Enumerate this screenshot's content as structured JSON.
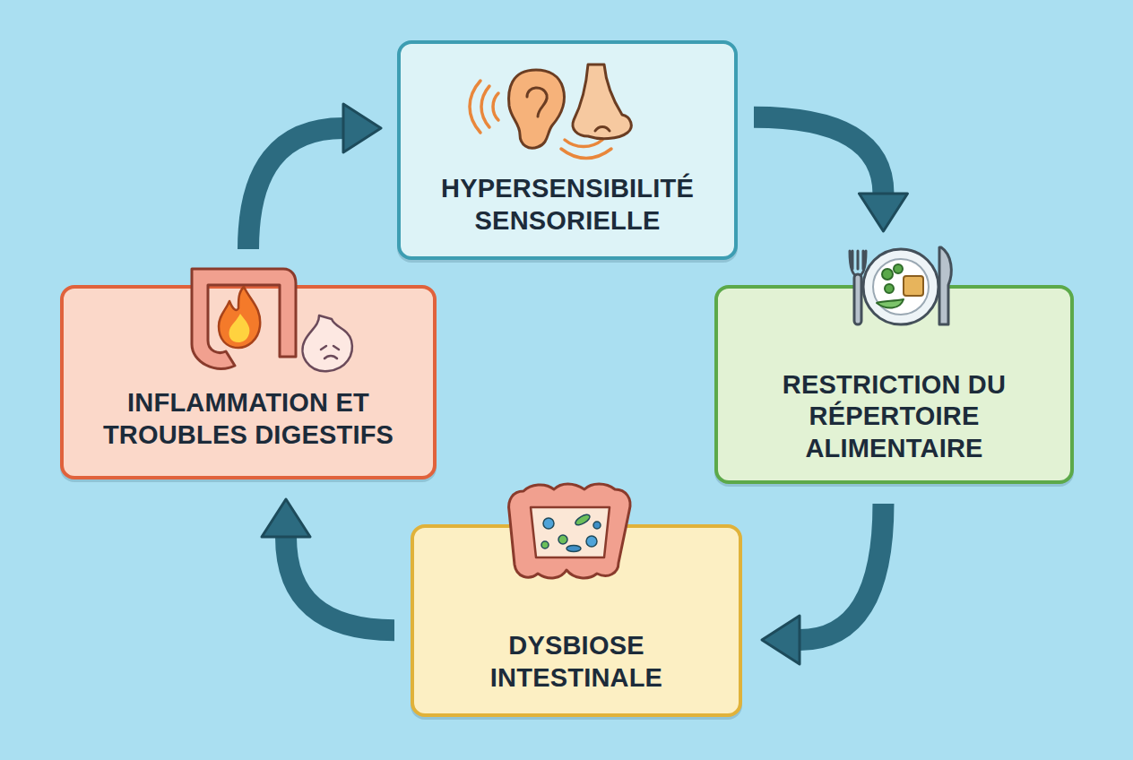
{
  "diagram": {
    "nodes": [
      {
        "text": [
          "HYPERSENSIBILITÉ SENSORIELLE"
        ]
      },
      {
        "text": [
          "RESTRICTION DU RÉPERTOIRE ALIMENTAIRE"
        ]
      },
      {
        "text": [
          "DYSBIOSE INTESTINALE"
        ]
      },
      {
        "text": [
          "INFLAMMATION ET TROUBLES DIGESTIFS"
        ]
      }
    ],
    "edges": [
      {
        "from": 0,
        "to": 1,
        "arrow": "to"
      },
      {
        "from": 1,
        "to": 2,
        "arrow": "to"
      },
      {
        "from": 2,
        "to": 3,
        "arrow": "to"
      },
      {
        "from": 3,
        "to": 0,
        "arrow": "to"
      }
    ]
  }
}
